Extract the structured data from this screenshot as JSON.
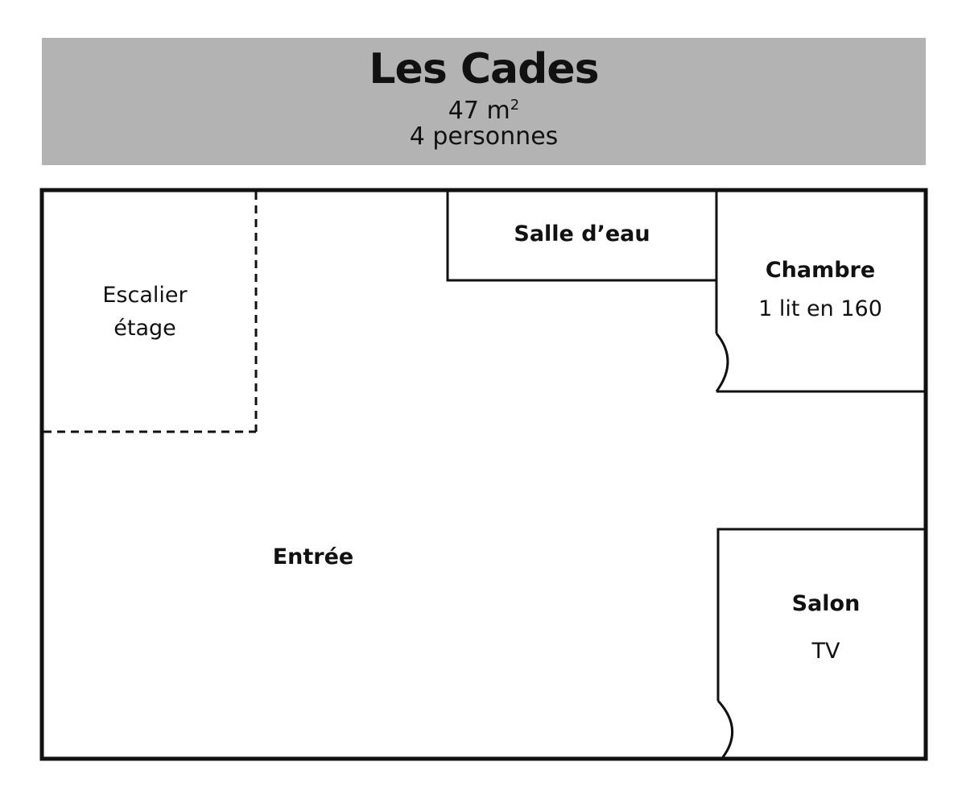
{
  "header": {
    "title": "Les Cades",
    "area_value": "47 m",
    "area_unit_sup": "2",
    "capacity": "4 personnes"
  },
  "rooms": {
    "escalier_line1": "Escalier",
    "escalier_line2": "étage",
    "salle_deau": "Salle d’eau",
    "chambre": "Chambre",
    "chambre_detail": "1 lit en 160",
    "entree": "Entrée",
    "salon": "Salon",
    "salon_detail": "TV"
  },
  "colors": {
    "header_bg": "#b3b3b3",
    "lines": "#111111"
  }
}
